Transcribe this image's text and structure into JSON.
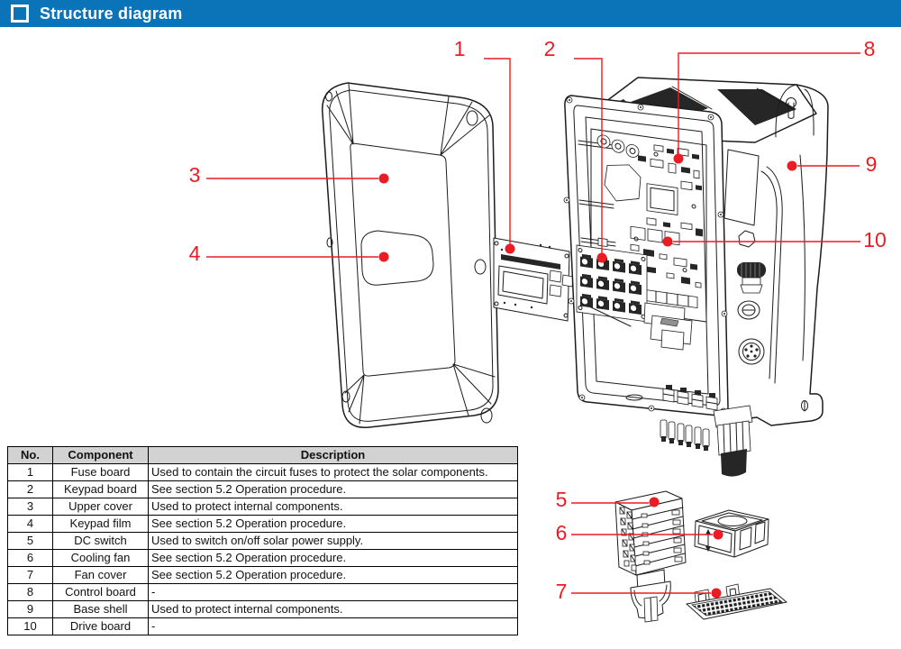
{
  "header": {
    "title": "Structure diagram"
  },
  "colors": {
    "header_bg": "#0b74b9",
    "callout_red": "#ec1c24",
    "line_black": "#1c1c1c",
    "table_header_bg": "#d2d2d2"
  },
  "callouts": {
    "labels": [
      "1",
      "2",
      "3",
      "4",
      "5",
      "6",
      "7",
      "8",
      "9",
      "10"
    ]
  },
  "table": {
    "headers": [
      "No.",
      "Component",
      "Description"
    ],
    "rows": [
      [
        "1",
        "Fuse board",
        "Used to contain the circuit fuses to protect the solar components."
      ],
      [
        "2",
        "Keypad board",
        "See section 5.2 Operation procedure."
      ],
      [
        "3",
        "Upper cover",
        "Used to protect internal components."
      ],
      [
        "4",
        "Keypad film",
        "See section 5.2 Operation procedure."
      ],
      [
        "5",
        "DC switch",
        "Used to switch on/off solar power supply."
      ],
      [
        "6",
        "Cooling fan",
        "See section 5.2 Operation procedure."
      ],
      [
        "7",
        "Fan cover",
        "See section 5.2 Operation procedure."
      ],
      [
        "8",
        "Control board",
        "-"
      ],
      [
        "9",
        "Base shell",
        "Used to protect internal components."
      ],
      [
        "10",
        "Drive board",
        "-"
      ]
    ]
  }
}
